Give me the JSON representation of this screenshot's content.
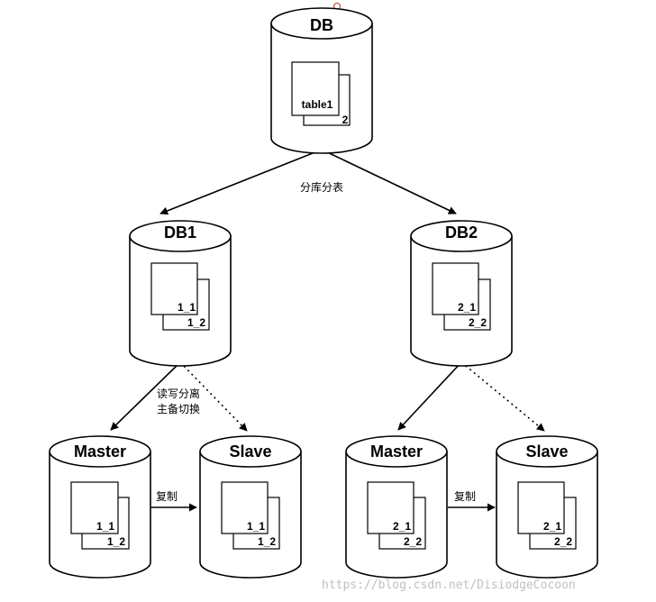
{
  "nodes": {
    "db": {
      "title": "DB",
      "doc_front": "table1",
      "doc_back": "2"
    },
    "db1": {
      "title": "DB1",
      "doc_front": "1_1",
      "doc_back": "1_2"
    },
    "db2": {
      "title": "DB2",
      "doc_front": "2_1",
      "doc_back": "2_2"
    },
    "master1": {
      "title": "Master",
      "doc_front": "1_1",
      "doc_back": "1_2"
    },
    "slave1": {
      "title": "Slave",
      "doc_front": "1_1",
      "doc_back": "1_2"
    },
    "master2": {
      "title": "Master",
      "doc_front": "2_1",
      "doc_back": "2_2"
    },
    "slave2": {
      "title": "Slave",
      "doc_front": "2_1",
      "doc_back": "2_2"
    }
  },
  "edges": {
    "split_label": "分库分表",
    "rw_label_1": "读写分离",
    "rw_label_2": "主备切换",
    "replicate_label_1": "复制",
    "replicate_label_2": "复制"
  },
  "watermark": "https://blog.csdn.net/DisiodgeCocoon"
}
